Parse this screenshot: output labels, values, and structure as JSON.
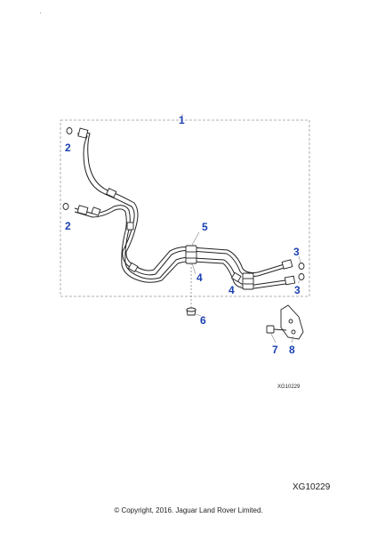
{
  "diagram": {
    "ref_code_small": "XG10229",
    "ref_code_large": "XG10229",
    "copyright": "© Copyright, 2016. Jaguar Land Rover Limited.",
    "callouts": {
      "c1": "1",
      "c2a": "2",
      "c2b": "2",
      "c3a": "3",
      "c3b": "3",
      "c4a": "4",
      "c4b": "4",
      "c5": "5",
      "c6": "6",
      "c7": "7",
      "c8": "8"
    },
    "colors": {
      "callout": "#1a3fb0",
      "line": "#222222"
    }
  }
}
